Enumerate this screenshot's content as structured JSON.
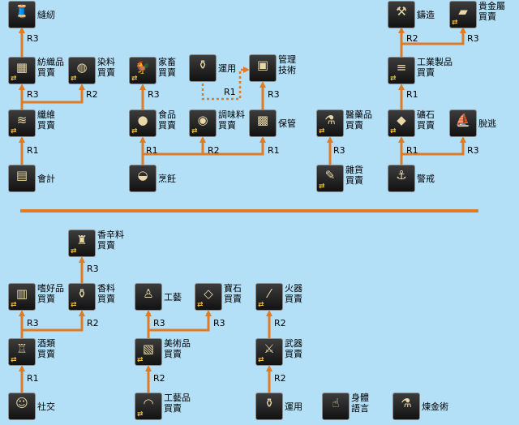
{
  "colors": {
    "background": "#b3dff7",
    "arrow": "#e07b24",
    "divider": "#e07b24",
    "icon_frame": "#1e1e1e"
  },
  "nodes": [
    {
      "id": "sewing",
      "label": [
        "縫紉"
      ],
      "icon": "tailoring-icon",
      "glyph": "🧵",
      "trade": false
    },
    {
      "id": "textile",
      "label": [
        "紡織品",
        "買賣"
      ],
      "icon": "textile-icon",
      "glyph": "▦",
      "trade": true
    },
    {
      "id": "fiber",
      "label": [
        "纖維",
        "買賣"
      ],
      "icon": "fiber-icon",
      "glyph": "≋",
      "trade": true
    },
    {
      "id": "dye",
      "label": [
        "染料",
        "買賣"
      ],
      "icon": "dye-icon",
      "glyph": "◍",
      "trade": true
    },
    {
      "id": "accounting",
      "label": [
        "會計"
      ],
      "icon": "ledger-icon",
      "glyph": "▤",
      "trade": false
    },
    {
      "id": "livestock",
      "label": [
        "家畜",
        "買賣"
      ],
      "icon": "rooster-icon",
      "glyph": "🐓",
      "trade": true
    },
    {
      "id": "food",
      "label": [
        "食品",
        "買賣"
      ],
      "icon": "meat-icon",
      "glyph": "●",
      "trade": true
    },
    {
      "id": "cooking",
      "label": [
        "烹飪"
      ],
      "icon": "cooking-pot-icon",
      "glyph": "◒",
      "trade": false
    },
    {
      "id": "use",
      "label": [
        "運用"
      ],
      "icon": "bottle-icon",
      "glyph": "⚱",
      "trade": false
    },
    {
      "id": "seasoning",
      "label": [
        "調味料",
        "買賣"
      ],
      "icon": "seasoning-jar-icon",
      "glyph": "◉",
      "trade": true
    },
    {
      "id": "management",
      "label": [
        "管理",
        "技術"
      ],
      "icon": "management-icon",
      "glyph": "▣",
      "trade": false
    },
    {
      "id": "storage",
      "label": [
        "保管"
      ],
      "icon": "storage-box-icon",
      "glyph": "▩",
      "trade": false
    },
    {
      "id": "medicine",
      "label": [
        "醫藥品",
        "買賣"
      ],
      "icon": "medicine-icon",
      "glyph": "⚗",
      "trade": true
    },
    {
      "id": "sundries",
      "label": [
        "雜貨",
        "買賣"
      ],
      "icon": "sundries-icon",
      "glyph": "✎",
      "trade": true
    },
    {
      "id": "forging",
      "label": [
        "鑄造"
      ],
      "icon": "forge-icon",
      "glyph": "⚒",
      "trade": false
    },
    {
      "id": "precious",
      "label": [
        "貴金屬",
        "買賣"
      ],
      "icon": "gold-bar-icon",
      "glyph": "▰",
      "trade": true
    },
    {
      "id": "industrial",
      "label": [
        "工業製品",
        "買賣"
      ],
      "icon": "industrial-goods-icon",
      "glyph": "≡",
      "trade": true
    },
    {
      "id": "ore",
      "label": [
        "礦石",
        "買賣"
      ],
      "icon": "ore-icon",
      "glyph": "◆",
      "trade": true
    },
    {
      "id": "escape",
      "label": [
        "脫逃"
      ],
      "icon": "escape-icon",
      "glyph": "⛵",
      "trade": false
    },
    {
      "id": "lookout",
      "label": [
        "警戒"
      ],
      "icon": "lookout-icon",
      "glyph": "⚓",
      "trade": false
    },
    {
      "id": "spice_trade",
      "label": [
        "香辛料",
        "買賣"
      ],
      "icon": "pepper-mill-icon",
      "glyph": "♜",
      "trade": true
    },
    {
      "id": "luxury",
      "label": [
        "嗜好品",
        "買賣"
      ],
      "icon": "luxury-goods-icon",
      "glyph": "▥",
      "trade": true
    },
    {
      "id": "perfume",
      "label": [
        "香料",
        "買賣"
      ],
      "icon": "perfume-icon",
      "glyph": "⚱",
      "trade": true
    },
    {
      "id": "liquor",
      "label": [
        "酒類",
        "買賣"
      ],
      "icon": "liquor-bottle-icon",
      "glyph": "♖",
      "trade": true
    },
    {
      "id": "social",
      "label": [
        "社交"
      ],
      "icon": "noble-portrait-icon",
      "glyph": "☺",
      "trade": false
    },
    {
      "id": "crafts",
      "label": [
        "工藝"
      ],
      "icon": "sculpture-icon",
      "glyph": "♙",
      "trade": false
    },
    {
      "id": "gem",
      "label": [
        "寶石",
        "買賣"
      ],
      "icon": "diamond-icon",
      "glyph": "◇",
      "trade": true
    },
    {
      "id": "firearm",
      "label": [
        "火器",
        "買賣"
      ],
      "icon": "musket-icon",
      "glyph": "⁄",
      "trade": true
    },
    {
      "id": "art",
      "label": [
        "美術品",
        "買賣"
      ],
      "icon": "painting-icon",
      "glyph": "▧",
      "trade": true
    },
    {
      "id": "weapon",
      "label": [
        "武器",
        "買賣"
      ],
      "icon": "sword-icon",
      "glyph": "⚔",
      "trade": true
    },
    {
      "id": "crafted",
      "label": [
        "工藝品",
        "買賣"
      ],
      "icon": "bowl-icon",
      "glyph": "◠",
      "trade": true
    },
    {
      "id": "use2",
      "label": [
        "運用"
      ],
      "icon": "bottle-icon",
      "glyph": "⚱",
      "trade": false
    },
    {
      "id": "body_language",
      "label": [
        "身體",
        "語言"
      ],
      "icon": "gesture-icon",
      "glyph": "☝",
      "trade": false
    },
    {
      "id": "alchemy",
      "label": [
        "煉金術"
      ],
      "icon": "flask-icon",
      "glyph": "⚗",
      "trade": false
    }
  ],
  "edge_labels": [
    "R3",
    "R3",
    "R2",
    "R1",
    "R3",
    "R1",
    "R2",
    "R1",
    "R3",
    "R1",
    "R3",
    "R2",
    "R3",
    "R1",
    "R1",
    "R3",
    "R3",
    "R3",
    "R1",
    "R2",
    "R3",
    "R3",
    "R2",
    "R2",
    "R2"
  ]
}
